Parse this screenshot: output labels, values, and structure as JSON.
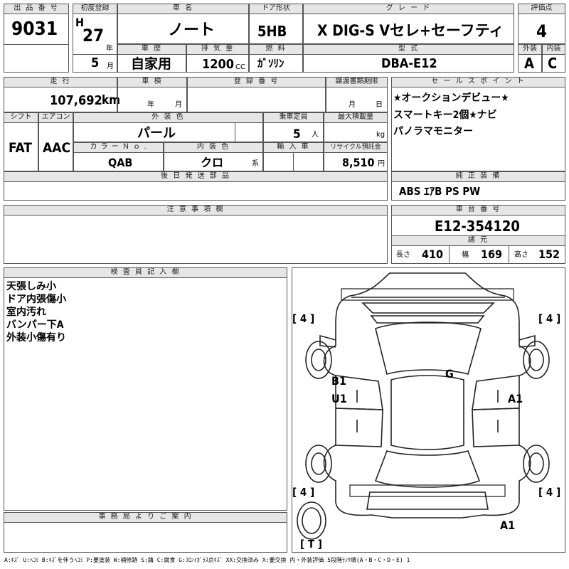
{
  "header": {
    "lot_no_label": "出 品 番 号",
    "lot_no": "9031",
    "first_reg_label": "初度登録",
    "era": "H",
    "year": "27",
    "year_unit": "年",
    "month": "5",
    "month_unit": "月",
    "car_name_label": "車 名",
    "car_name": "ノート",
    "door_label": "ドア形状",
    "door": "5HB",
    "grade_label": "グ レ ー ド",
    "grade": "X DIG-S Vセレ+セーフティ",
    "score_label": "評価点",
    "score": "4",
    "history_label": "車 歴",
    "history": "自家用",
    "displacement_label": "排 気 量",
    "displacement": "1200",
    "displacement_unit": "CC",
    "fuel_label": "燃 料",
    "fuel": "ｶﾞｿﾘﾝ",
    "model_label": "型 式",
    "model": "DBA-E12",
    "exterior_label": "外装",
    "exterior": "A",
    "interior_label": "内装",
    "interior": "C"
  },
  "row2": {
    "mileage_label": "走 行",
    "mileage": "107,692",
    "mileage_unit": "km",
    "inspection_label": "車 検",
    "inspection_year_unit": "年",
    "inspection_month_unit": "月",
    "reg_no_label": "登 録 番 号",
    "transfer_label": "譲渡書類期限",
    "transfer_month_unit": "月",
    "transfer_day_unit": "日",
    "shift_label": "シフト",
    "shift": "FAT",
    "ac_label": "エアコン",
    "ac": "AAC",
    "color_label": "外 装 色",
    "color": "パール",
    "capacity_label": "乗車定員",
    "capacity": "5",
    "capacity_unit": "人",
    "load_label": "最大積載量",
    "load_unit": "kg",
    "color_no_label": "カ ラ ー Ｎ ｏ .",
    "color_no": "QAB",
    "int_color_label": "内 装 色",
    "int_color": "クロ",
    "int_color_unit": "系",
    "import_label": "輸 入 車",
    "recycle_label": "リサイクル預託金",
    "recycle": "8,510",
    "recycle_unit": "円",
    "later_parts_label": "後 日 発 送 部 品"
  },
  "sales": {
    "label": "セ ー ル ス ポ イ ン ト",
    "lines": [
      "★オークションデビュー★",
      "スマートキー2個★ナビ",
      "パノラマモニター"
    ]
  },
  "equipment": {
    "label": "純 正 装 備",
    "value": "ABS ｴｱB PS PW"
  },
  "notes": {
    "label": "注 意 事 項 欄"
  },
  "chassis": {
    "label": "車 台 番 号",
    "value": "E12-354120",
    "dims_label": "諸 元",
    "length_label": "長さ",
    "length": "410",
    "width_label": "幅",
    "width": "169",
    "height_label": "高さ",
    "height": "152"
  },
  "inspector": {
    "label": "検 査 員 記 入 欄",
    "lines": [
      "天張しみ小",
      "ドア内張傷小",
      "室内汚れ",
      "バンパー下A",
      "外装小傷有り"
    ]
  },
  "office": {
    "label": "事 務 局 よ り ご 案 内"
  },
  "diagram": {
    "tire_fl": "[ 4 ]",
    "tire_fr": "[ 4 ]",
    "tire_rl": "[ 4 ]",
    "tire_rr": "[ 4 ]",
    "spare": "[ T ]",
    "mark_b1": "B1",
    "mark_u1": "U1",
    "mark_g": "G",
    "mark_a1_side": "A1",
    "mark_a1_rear": "A1"
  },
  "legend": "A:ｷｽﾞ U:ﾍｺﾐ B:ｷｽﾞを伴うﾍｺﾐ P:要塗装 W:補修跡 S:錆 C:腐食 G:ﾌﾛﾝﾄｶﾞﾗｽ点ｷｽﾞ XX:交換済み X:要交換 内・外装評価 5段階ﾗﾝｸ順(A・B・C・D・E) 1"
}
